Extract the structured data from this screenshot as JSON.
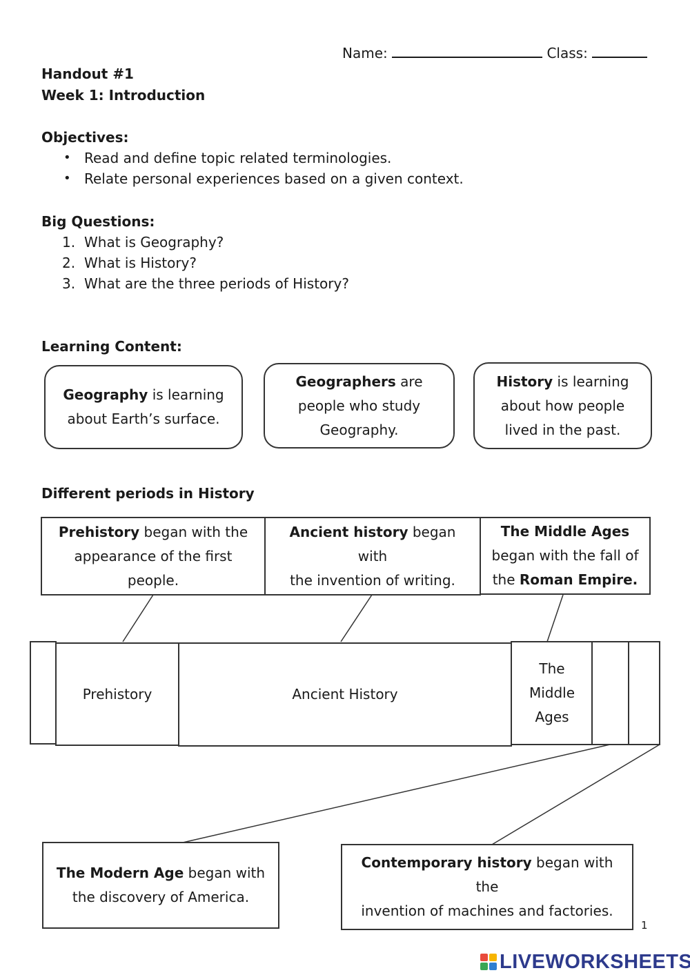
{
  "header": {
    "name_label": "Name:",
    "class_label": "Class:"
  },
  "title": {
    "handout": "Handout #1",
    "week": "Week 1: Introduction"
  },
  "objectives": {
    "heading": "Objectives:",
    "items": [
      "Read and define topic related terminologies.",
      "Relate personal experiences based on a given context."
    ]
  },
  "big_questions": {
    "heading": "Big Questions:",
    "items": [
      {
        "num": "1.",
        "text": "What is Geography?"
      },
      {
        "num": "2.",
        "text": "What is History?"
      },
      {
        "num": "3.",
        "text": "What are the three periods of History?"
      }
    ]
  },
  "learning_content": {
    "heading": "Learning Content:",
    "cards": [
      {
        "term": "Geography",
        "rest1": " is learning",
        "rest2": "about Earth’s surface."
      },
      {
        "term": "Geographers",
        "rest1": " are",
        "rest2": "people who study",
        "rest3": "Geography."
      },
      {
        "term": "History",
        "rest1": " is learning",
        "rest2": "about how people",
        "rest3": "lived in the past."
      }
    ]
  },
  "periods": {
    "heading": "Different periods in History",
    "top_boxes": [
      {
        "term": "Prehistory",
        "rest1": " began with the",
        "rest2": "appearance of the first",
        "rest3": "people."
      },
      {
        "term": "Ancient history",
        "rest1": " began with",
        "rest2": "the invention of writing."
      },
      {
        "term": "The Middle Ages",
        "rest2": "began with the fall of",
        "rest3_pre": "the ",
        "rest3_bold": "Roman Empire."
      }
    ],
    "timeline": {
      "prehistory": "Prehistory",
      "ancient": "Ancient History",
      "middle_1": "The",
      "middle_2": "Middle",
      "middle_3": "Ages"
    },
    "bottom_boxes": [
      {
        "term": "The Modern Age",
        "rest1": " began with",
        "rest2": "the discovery of America."
      },
      {
        "term": "Contemporary history",
        "rest1": " began with the",
        "rest2": "invention of machines and factories."
      }
    ]
  },
  "footer": {
    "page_number": "1",
    "logo": "LIVEWORKSHEETS"
  }
}
